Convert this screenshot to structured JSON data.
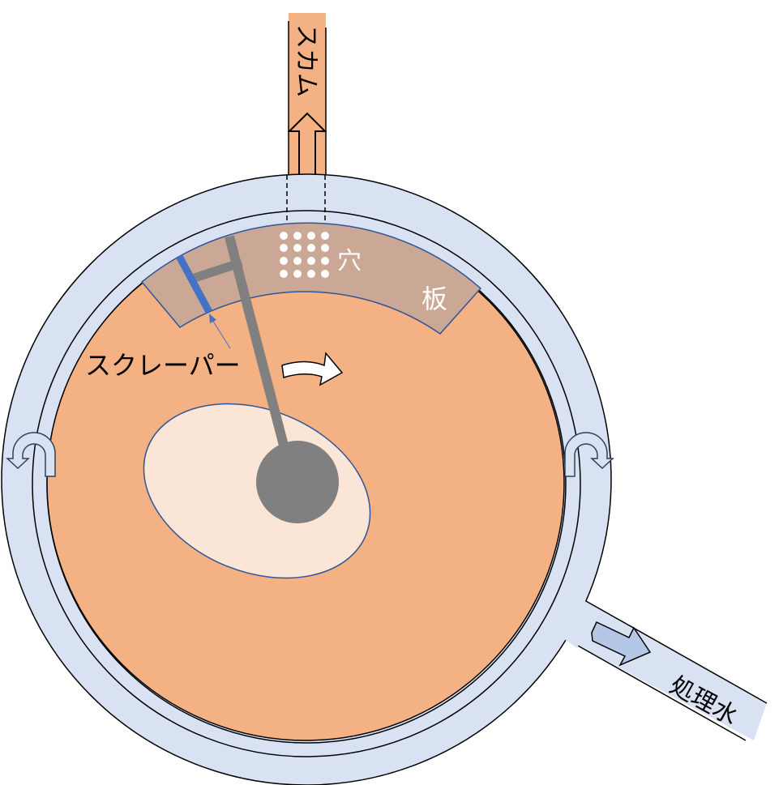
{
  "labels": {
    "scum": "スカム",
    "hole": "穴",
    "plate": "板",
    "scraper": "スクレーパー",
    "treated_water": "処理水"
  },
  "colors": {
    "outer_ring": "#d9e2f3",
    "tank": "#f4b183",
    "center_zone": "#fbe5d6",
    "perforated_plate": "#caa895",
    "scraper_arm": "#808080",
    "scraper_blade": "#4472c4",
    "outline": "#000000",
    "blue_outline": "#2f5597",
    "white": "#ffffff"
  },
  "icons": {
    "rotation": "curved-arrow-right-icon",
    "scum_flow": "arrow-up-icon",
    "overflow_left": "u-turn-arrow-icon",
    "overflow_right": "u-turn-arrow-icon",
    "treated_flow": "arrow-right-down-icon"
  }
}
